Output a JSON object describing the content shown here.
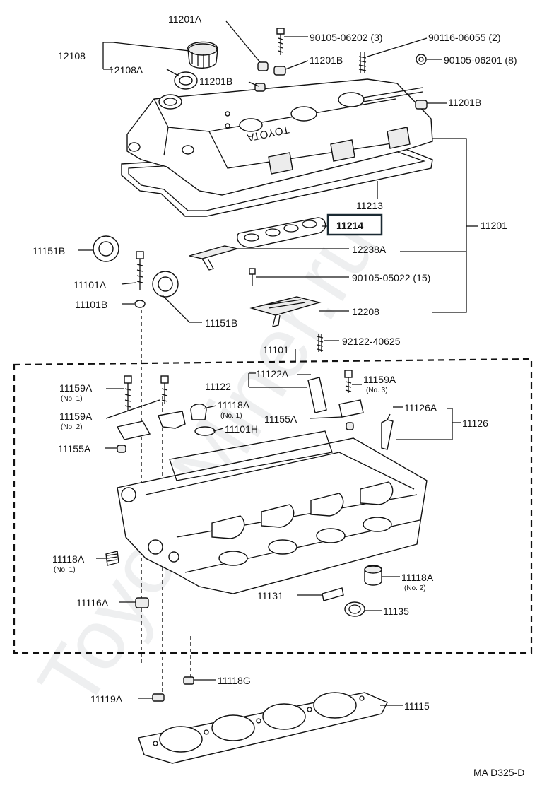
{
  "diagram": {
    "watermark": "ToyotaMiner.ru",
    "diagram_code": "MA  D325-D",
    "toyota_logo": "TOYOTA",
    "callouts": {
      "c11201A_top": "11201A",
      "c12108": "12108",
      "c12108A": "12108A",
      "c90105_06202": "90105-06202 (3)",
      "c11201B_a": "11201B",
      "c11201B_b": "11201B",
      "c90116_06055": "90116-06055 (2)",
      "c90105_06201": "90105-06201 (8)",
      "c11201B_c": "11201B",
      "c11213": "11213",
      "c11214": "11214",
      "c11201": "11201",
      "c12238A": "12238A",
      "c11151B_left": "11151B",
      "c11101A": "11101A",
      "c90105_05022": "90105-05022 (15)",
      "c11101B": "11101B",
      "c12208": "12208",
      "c11151B_right": "11151B",
      "c92122_40625": "92122-40625",
      "c11101": "11101",
      "c11122A": "11122A",
      "c11122": "11122",
      "c11159A_no3": "11159A",
      "no3": "(No. 3)",
      "c11159A_no1": "11159A",
      "no1_a": "(No. 1)",
      "c11118A_no1_top": "11118A",
      "no1_b": "(No. 1)",
      "c11126A": "11126A",
      "c11159A_no2": "11159A",
      "no2_a": "(No. 2)",
      "c11155A_right": "11155A",
      "c11101H": "11101H",
      "c11126": "11126",
      "c11155A_left": "11155A",
      "c11118A_no1_left": "11118A",
      "no1_c": "(No. 1)",
      "c11118A_no2": "11118A",
      "no2_b": "(No. 2)",
      "c11131": "11131",
      "c11116A": "11116A",
      "c11135": "11135",
      "c11118G": "11118G",
      "c11119A": "11119A",
      "c11115": "11115"
    }
  }
}
